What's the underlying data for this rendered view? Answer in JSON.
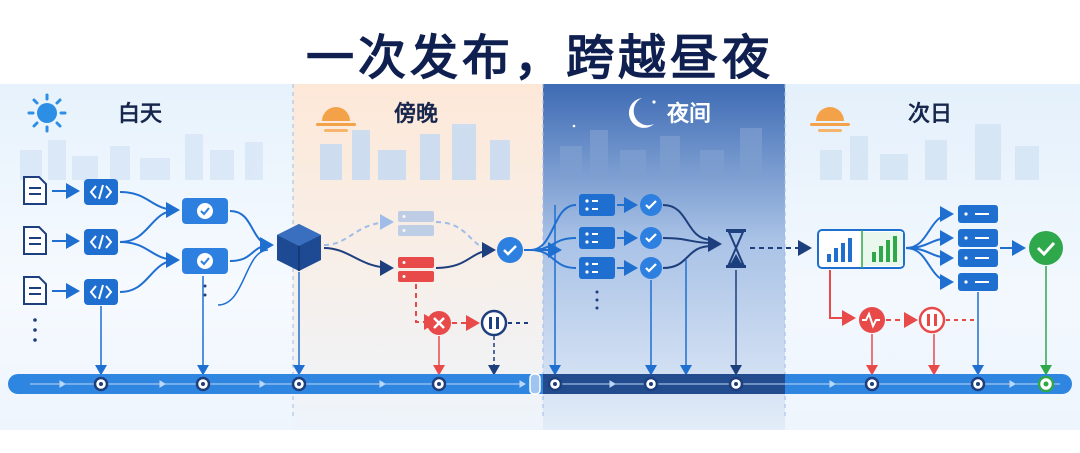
{
  "title": "一次发布，跨越昼夜",
  "phases": [
    {
      "label": "白天",
      "icon": "sun-icon"
    },
    {
      "label": "傍晚",
      "icon": "sunset-icon"
    },
    {
      "label": "夜间",
      "icon": "moon-icon"
    },
    {
      "label": "次日",
      "icon": "sunrise-icon"
    }
  ],
  "colors": {
    "primary": "#1f6fd1",
    "navy": "#1e3f7d",
    "error": "#e84a4a",
    "success": "#2ea84a",
    "timeline_night": "#244f92"
  }
}
